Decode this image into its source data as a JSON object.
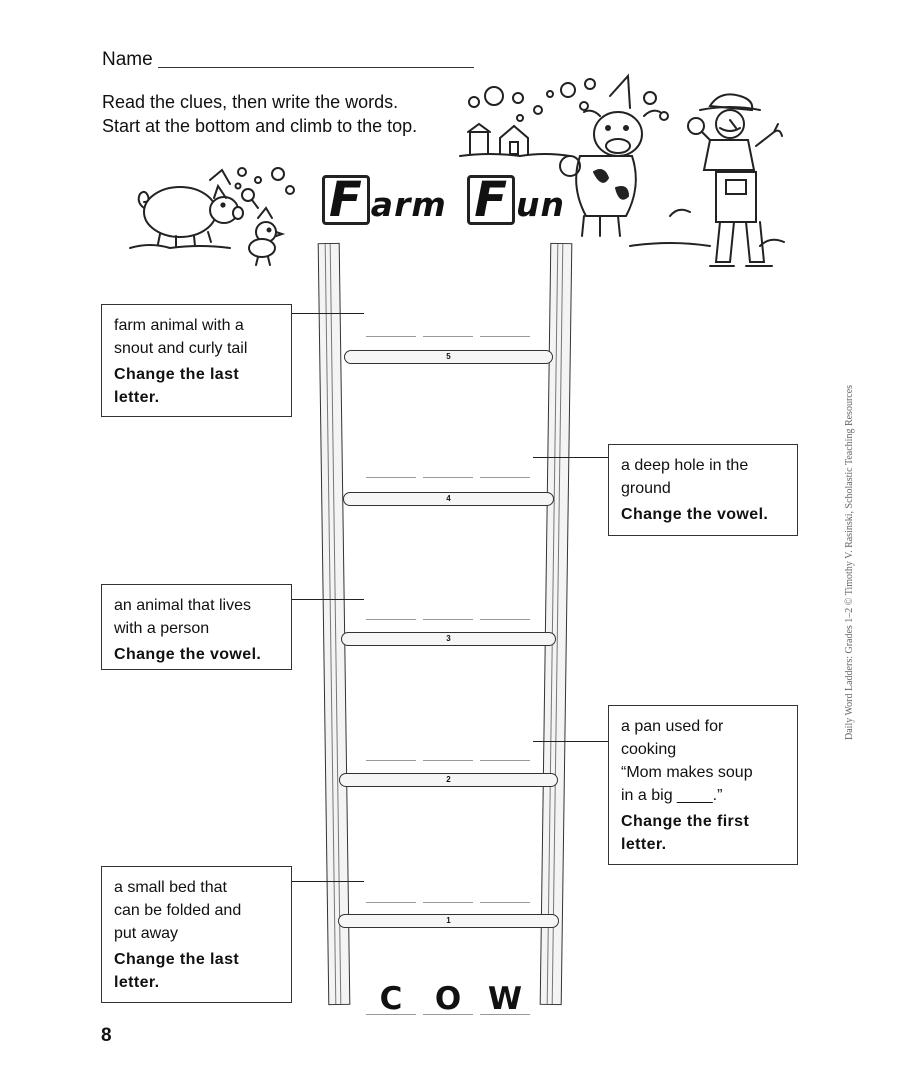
{
  "header": {
    "name_label": "Name",
    "instructions_line1": "Read the clues, then write the words.",
    "instructions_line2": "Start at the bottom and climb to the top."
  },
  "title": {
    "f1": "F",
    "rest1": "arm",
    "f2": "F",
    "rest2": "un"
  },
  "clues": [
    {
      "rung": "5",
      "text": "farm animal with a\nsnout and curly tail",
      "instruction": "Change the last\nletter."
    },
    {
      "rung": "4",
      "text": "a deep hole in the\nground",
      "instruction": "Change the vowel."
    },
    {
      "rung": "3",
      "text": "an animal that lives\nwith a person",
      "instruction": "Change the vowel."
    },
    {
      "rung": "2",
      "text": "a pan used for\ncooking\n“Mom makes soup\nin a big ____.”",
      "instruction": "Change the first\nletter."
    },
    {
      "rung": "1",
      "text": "a small bed that\ncan be folded and\nput away",
      "instruction": "Change the last\nletter."
    }
  ],
  "start_word": [
    "C",
    "O",
    "W"
  ],
  "page_number": "8",
  "credit": "Daily Word Ladders: Grades 1–2 © Timothy V. Rasinski, Scholastic Teaching Resources",
  "icons": [
    "pig-illustration",
    "chick-illustration",
    "cow-illustration",
    "farmer-illustration",
    "barn-illustration",
    "bubble-icon"
  ]
}
